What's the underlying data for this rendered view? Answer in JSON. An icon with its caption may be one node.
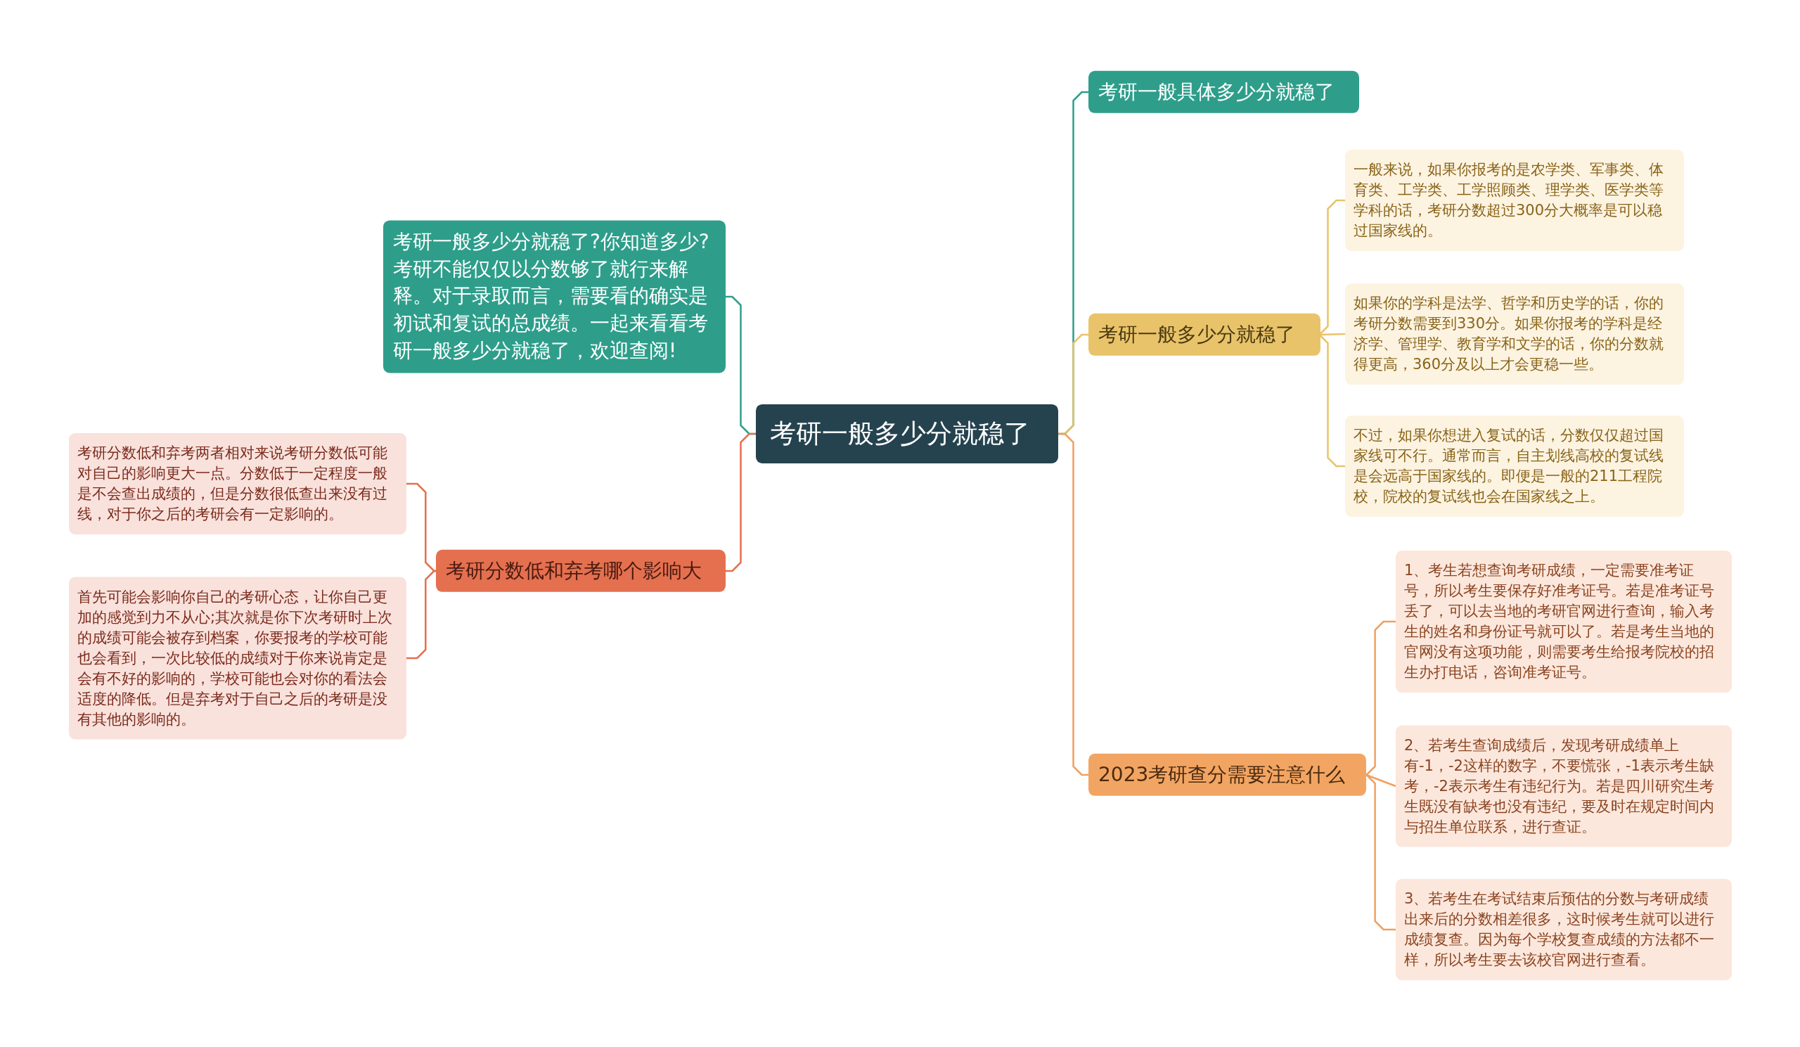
{
  "diagram": {
    "nodes": [
      {
        "text": [
          "考研一般多少分就稳了"
        ]
      },
      {
        "text": [
          "考研一般具体多少分就稳了"
        ]
      },
      {
        "text": [
          "考研一般多少分就稳了"
        ]
      },
      {
        "text": [
          "一般来说，如果你报考的是农学类、军事类、体育类、工学类、工学照顾类、理学类、医学类等学科的话，考研分数超过300分大概率是可以稳过国家线的。"
        ]
      },
      {
        "text": [
          "如果你的学科是法学、哲学和历史学的话，你的考研分数需要到330分。如果你报考的学科是经济学、管理学、教育学和文学的话，你的分数就得更高，360分及以上才会更稳一些。"
        ]
      },
      {
        "text": [
          "不过，如果你想进入复试的话，分数仅仅超过国家线可不行。通常而言，自主划线高校的复试线是会远高于国家线的。即便是一般的211工程院校，院校的复试线也会在国家线之上。"
        ]
      },
      {
        "text": [
          "2023考研查分需要注意什么"
        ]
      },
      {
        "text": [
          "1、考生若想查询考研成绩，一定需要准考证号，所以考生要保存好准考证号。若是准考证号丢了，可以去当地的考研官网进行查询，输入考生的姓名和身份证号就可以了。若是考生当地的官网没有这项功能，则需要考生给报考院校的招生办打电话，咨询准考证号。"
        ]
      },
      {
        "text": [
          "2、若考生查询成绩后，发现考研成绩单上有-1，-2这样的数字，不要慌张，-1表示考生缺考，-2表示考生有违纪行为。若是四川研究生考生既没有缺考也没有违纪，要及时在规定时间内与招生单位联系，进行查证。"
        ]
      },
      {
        "text": [
          "3、若考生在考试结束后预估的分数与考研成绩出来后的分数相差很多，这时候考生就可以进行成绩复查。因为每个学校复查成绩的方法都不一样，所以考生要去该校官网进行查看。"
        ]
      },
      {
        "text": [
          "考研一般多少分就稳了?你知道多少?考研不能仅仅以分数够了就行来解释。对于录取而言，需要看的确实是初试和复试的总成绩。一起来看看考研一般多少分就稳了，欢迎查阅!"
        ]
      },
      {
        "text": [
          "考研分数低和弃考哪个影响大"
        ]
      },
      {
        "text": [
          "考研分数低和弃考两者相对来说考研分数低可能对自己的影响更大一点。分数低于一定程度一般是不会查出成绩的，但是分数很低查出来没有过线，对于你之后的考研会有一定影响的。"
        ]
      },
      {
        "text": [
          "首先可能会影响你自己的考研心态，让你自己更加的感觉到力不从心;其次就是你下次考研时上次的成绩可能会被存到档案，你要报考的学校可能也会看到，一次比较低的成绩对于你来说肯定是会有不好的影响的，学校可能也会对你的看法会适度的降低。但是弃考对于自己之后的考研是没有其他的影响的。"
        ]
      }
    ],
    "edges": [
      {
        "from": 0,
        "to": 1,
        "arrow": "none",
        "color": "#2e9e8b"
      },
      {
        "from": 0,
        "to": 2,
        "arrow": "none",
        "color": "#e8c36a"
      },
      {
        "from": 2,
        "to": 3,
        "arrow": "none",
        "color": "#e8c36a"
      },
      {
        "from": 2,
        "to": 4,
        "arrow": "none",
        "color": "#e8c36a"
      },
      {
        "from": 2,
        "to": 5,
        "arrow": "none",
        "color": "#e8c36a"
      },
      {
        "from": 0,
        "to": 6,
        "arrow": "none",
        "color": "#f0a060"
      },
      {
        "from": 6,
        "to": 7,
        "arrow": "none",
        "color": "#f0a060"
      },
      {
        "from": 6,
        "to": 8,
        "arrow": "none",
        "color": "#f0a060"
      },
      {
        "from": 6,
        "to": 9,
        "arrow": "none",
        "color": "#f0a060"
      },
      {
        "from": 0,
        "to": 10,
        "arrow": "none",
        "color": "#2e9e8b"
      },
      {
        "from": 0,
        "to": 11,
        "arrow": "none",
        "color": "#e4704f"
      },
      {
        "from": 11,
        "to": 12,
        "arrow": "none",
        "color": "#e4704f"
      },
      {
        "from": 11,
        "to": 13,
        "arrow": "none",
        "color": "#e4704f"
      }
    ]
  }
}
